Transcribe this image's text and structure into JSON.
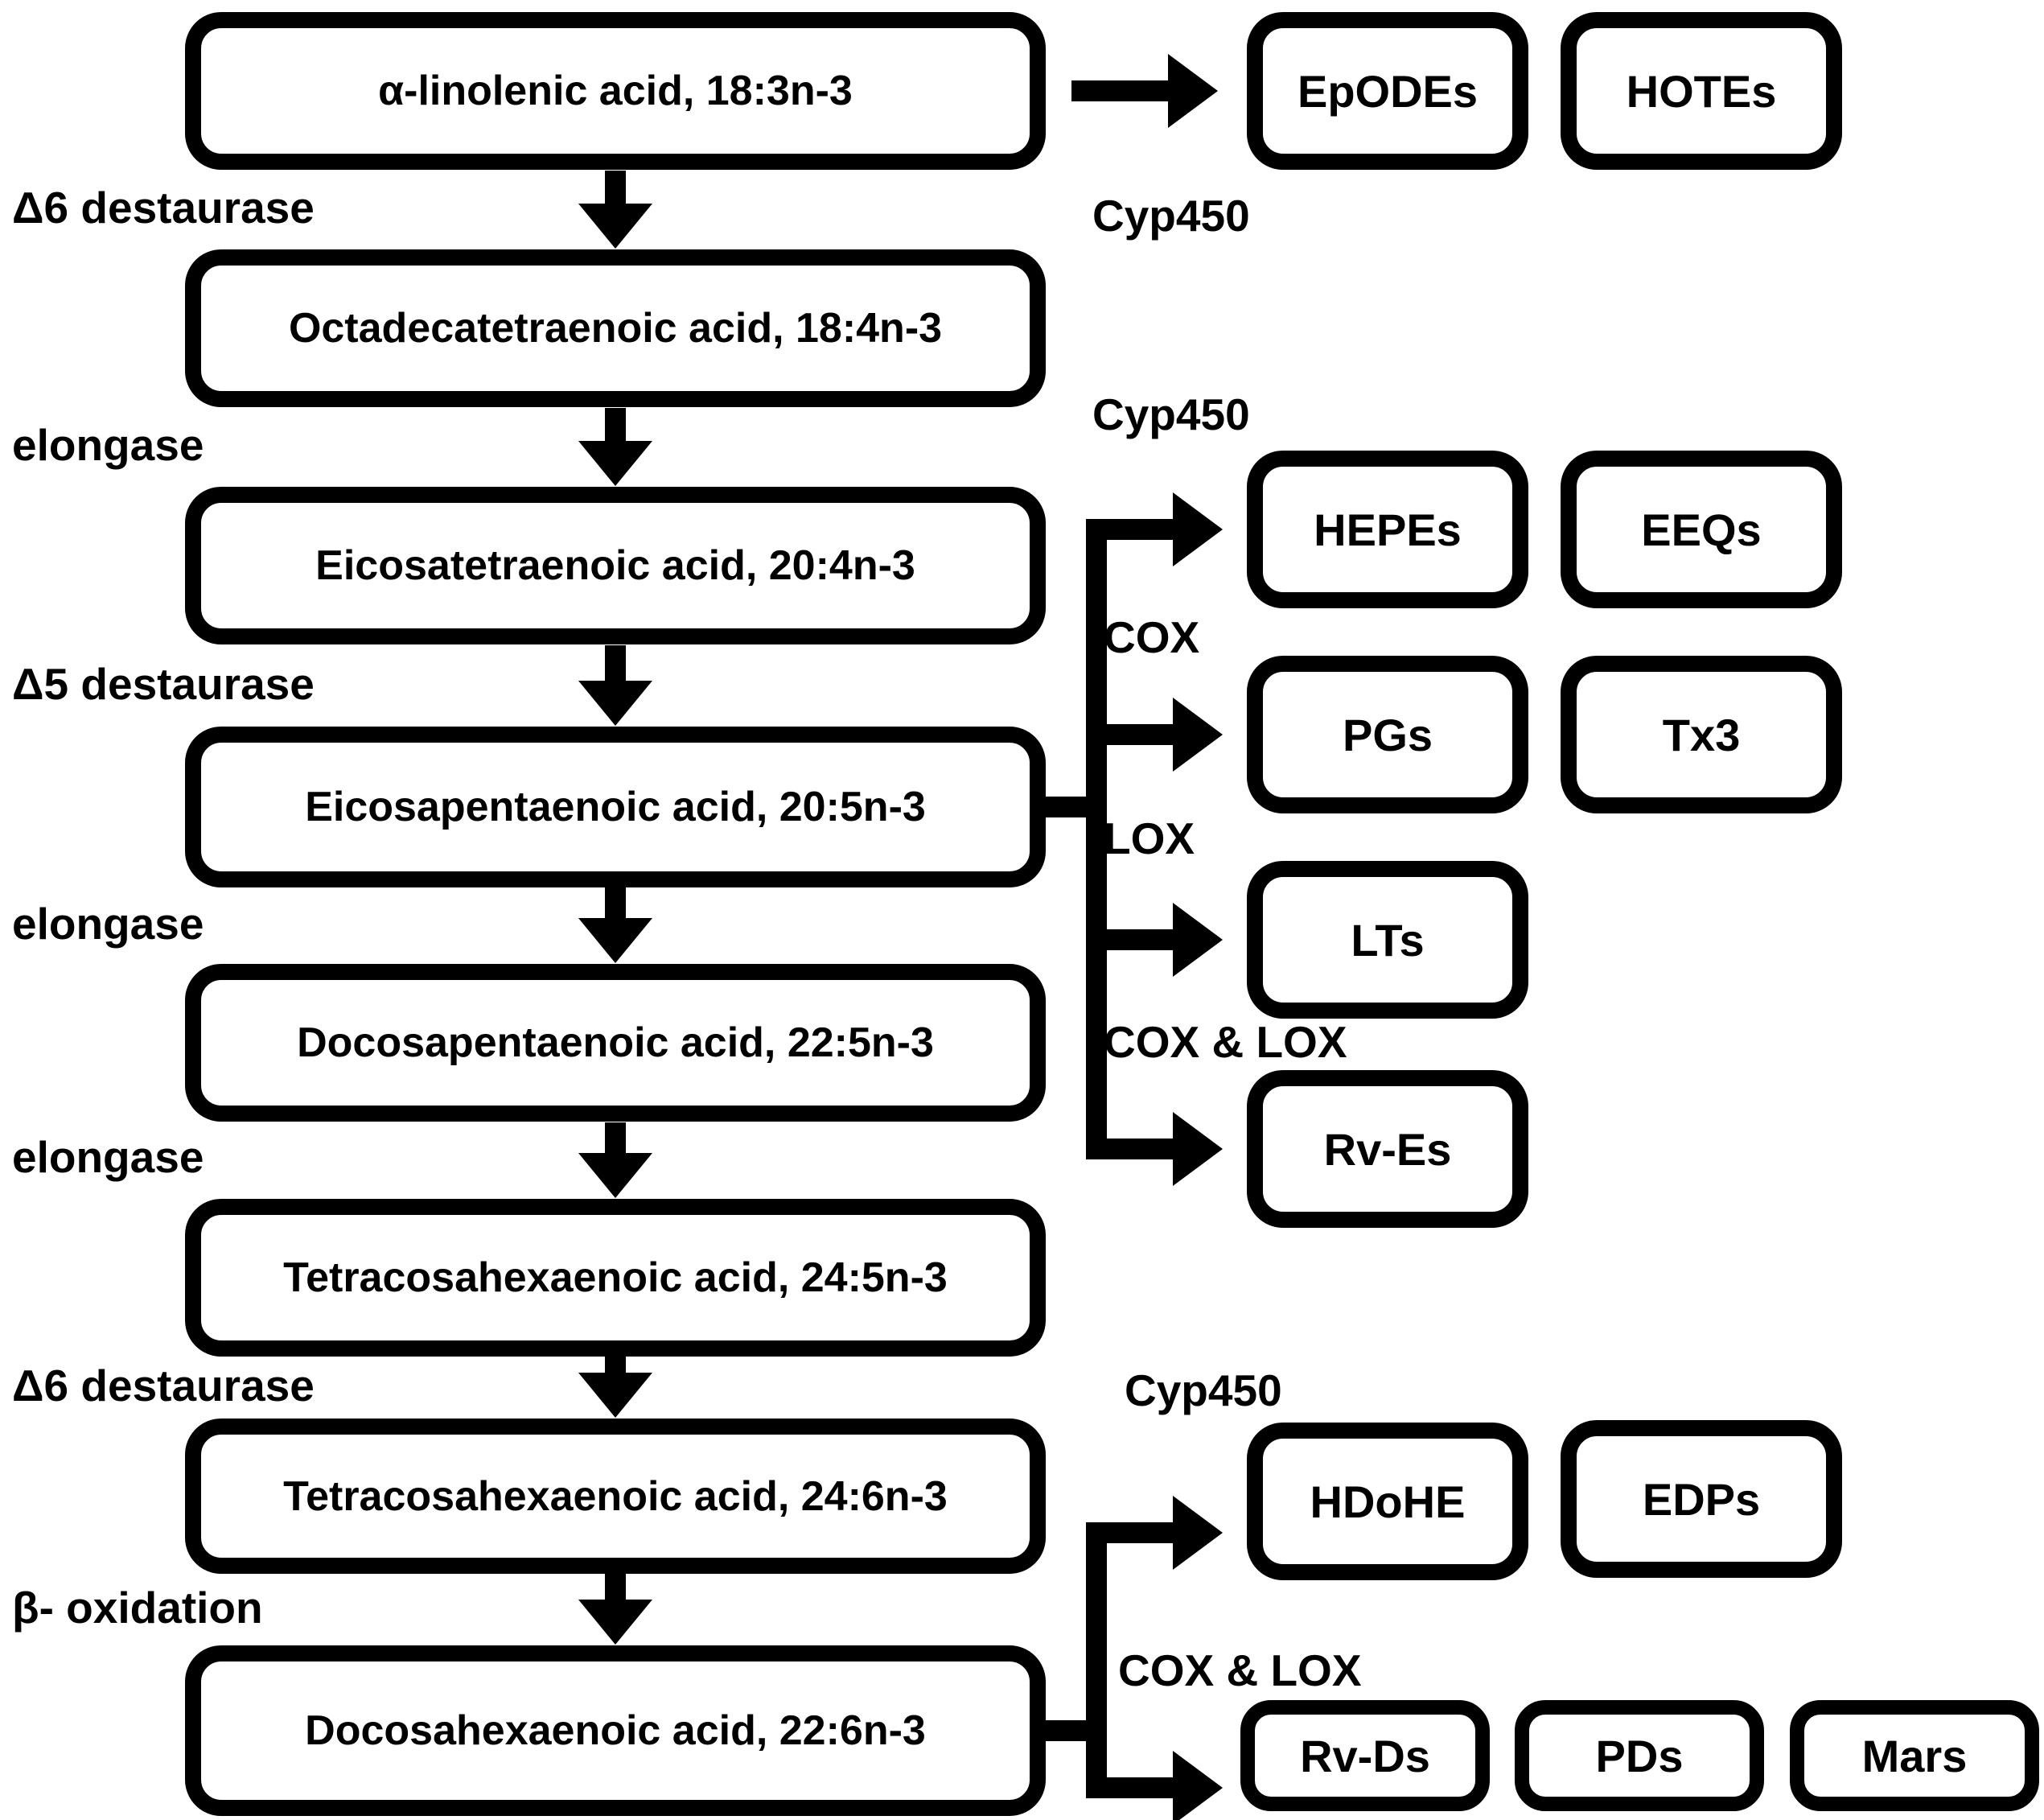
{
  "chain": [
    {
      "label": "α-linolenic acid, 18:3n-3"
    },
    {
      "label": "Octadecatetraenoic acid, 18:4n-3"
    },
    {
      "label": "Eicosatetraenoic acid, 20:4n-3"
    },
    {
      "label": "Eicosapentaenoic acid, 20:5n-3"
    },
    {
      "label": "Docosapentaenoic acid, 22:5n-3"
    },
    {
      "label": "Tetracosahexaenoic acid, 24:5n-3"
    },
    {
      "label": "Tetracosahexaenoic acid, 24:6n-3"
    },
    {
      "label": "Docosahexaenoic acid, 22:6n-3"
    }
  ],
  "step_enzymes": [
    "Δ6 destaurase",
    "elongase",
    "Δ5 destaurase",
    "elongase",
    "elongase",
    "Δ6 destaurase",
    "β- oxidation"
  ],
  "ala_branch": {
    "enzyme": "Cyp450",
    "products": [
      "EpODEs",
      "HOTEs"
    ]
  },
  "epa_branch": {
    "cyp450": {
      "enzyme": "Cyp450",
      "products": [
        "HEPEs",
        "EEQs"
      ]
    },
    "cox": {
      "enzyme": "COX",
      "products": [
        "PGs",
        "Tx3"
      ]
    },
    "lox": {
      "enzyme": "LOX",
      "products": [
        "LTs"
      ]
    },
    "cox_lox": {
      "enzyme": "COX & LOX",
      "products": [
        "Rv-Es"
      ]
    }
  },
  "dha_branch": {
    "cyp450": {
      "enzyme": "Cyp450",
      "products": [
        "HDoHE",
        "EDPs"
      ]
    },
    "cox_lox": {
      "enzyme": "COX & LOX",
      "products": [
        "Rv-Ds",
        "PDs",
        "Mars"
      ]
    }
  },
  "colors": {
    "ink": "#000000",
    "background": "#ffffff"
  }
}
